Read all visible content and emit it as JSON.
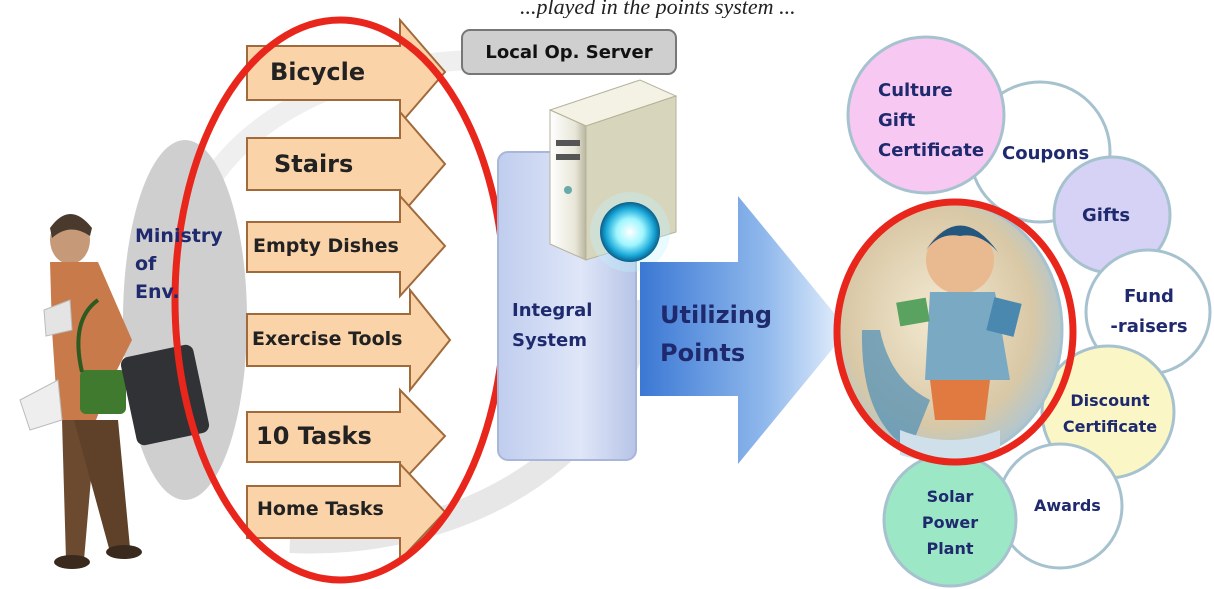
{
  "caption": "...played in the points system ...",
  "ministry_lines": [
    "Ministry",
    "of",
    "Env."
  ],
  "activities": [
    "Bicycle",
    "Stairs",
    "Empty Dishes",
    "Exercise Tools",
    "10 Tasks",
    "Home Tasks"
  ],
  "server_label": "Local Op. Server",
  "integral_lines": [
    "Integral",
    "System"
  ],
  "utilizing_lines": [
    "Utilizing",
    "Points"
  ],
  "rewards": {
    "culture": [
      "Culture",
      "Gift",
      "Certificate"
    ],
    "coupons": "Coupons",
    "gifts": "Gifts",
    "fund": [
      "Fund",
      "-raisers"
    ],
    "discount": [
      "Discount",
      "Certificate"
    ],
    "awards": "Awards",
    "solar": [
      "Solar",
      "Power",
      "Plant"
    ]
  },
  "colors": {
    "arrow_fill": "#fbd3a8",
    "red_ring": "#e8261c",
    "culture_bubble": "#f7c8f2",
    "gifts_bubble": "#d6d2f6",
    "discount_bubble": "#fbf6c6",
    "solar_bubble": "#9ce8c6",
    "panel_blue": "#c5d3f2",
    "big_arrow_blue": "#4a86d8"
  },
  "icons": [
    "walking-person-icon",
    "server-icon",
    "glowing-orb-icon",
    "recycle-loop-icon",
    "globe-character-icon"
  ]
}
